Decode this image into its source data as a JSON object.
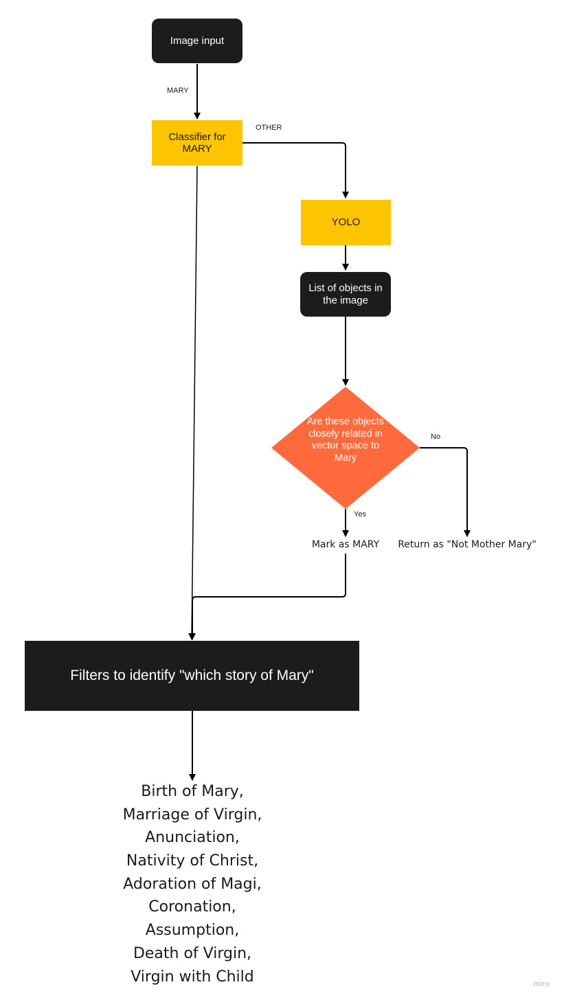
{
  "nodes": {
    "image_input": "Image input",
    "classifier": "Classifier for MARY",
    "yolo": "YOLO",
    "objects_list": "List of objects in the image",
    "decision": "Are these objects closely related in vector space to Mary",
    "mark_mary": "Mark as MARY",
    "return_not_mary": "Return as \"Not Mother Mary\"",
    "filters": "Filters to identify \"which story of Mary\""
  },
  "edges": {
    "mary": "MARY",
    "other": "OTHER",
    "no": "No",
    "yes": "Yes"
  },
  "stories": [
    "Birth of Mary,",
    "Marriage of Virgin,",
    "Anunciation,",
    "Nativity of Christ,",
    "Adoration of Magi,",
    "Coronation,",
    "Assumption,",
    "Death of Virgin,",
    "Virgin with Child"
  ],
  "watermark": "miro",
  "colors": {
    "dark_node": "#1c1c1c",
    "yellow_node": "#fdc500",
    "decision_node": "#ff6a3d",
    "connector": "#000000"
  }
}
